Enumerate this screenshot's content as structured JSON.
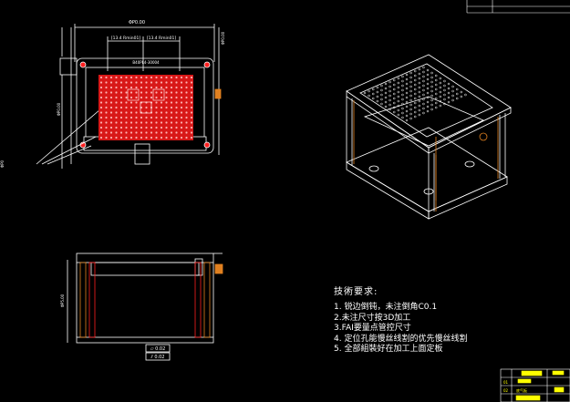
{
  "dimensions": {
    "overall_width": "ΦΡ0.00",
    "left_hole": "[13.4 Rmin01]",
    "right_hole": "[13.4 Rmin01]",
    "left_height": "ΦΡ0.00",
    "right_offset": "ΦΡ0.00",
    "front_height": "ΦΡ5.00",
    "left_edge": "ΦΡ0"
  },
  "part_label": "B40PL4-30004",
  "flatness_symbols": [
    "▱ 0.02",
    "⫽ 0.02"
  ],
  "notes": {
    "title": "技術要求:",
    "items": [
      "1. 锐边倒钝，未注倒角C0.1",
      "2.未注尺寸按3D加工",
      "3.FAI要量点管控尺寸",
      "4. 定位孔能慢丝线割的优先慢丝线割",
      "5. 全部組裝好在加工上面定板"
    ]
  },
  "title_block": {
    "row1_no": "01",
    "row2_no": "02",
    "row2_name": "底气板"
  },
  "colors": {
    "line": "#ffffff",
    "red": "#ff2020",
    "orange": "#e08020",
    "yellow": "#ffff00",
    "background": "#000000"
  }
}
